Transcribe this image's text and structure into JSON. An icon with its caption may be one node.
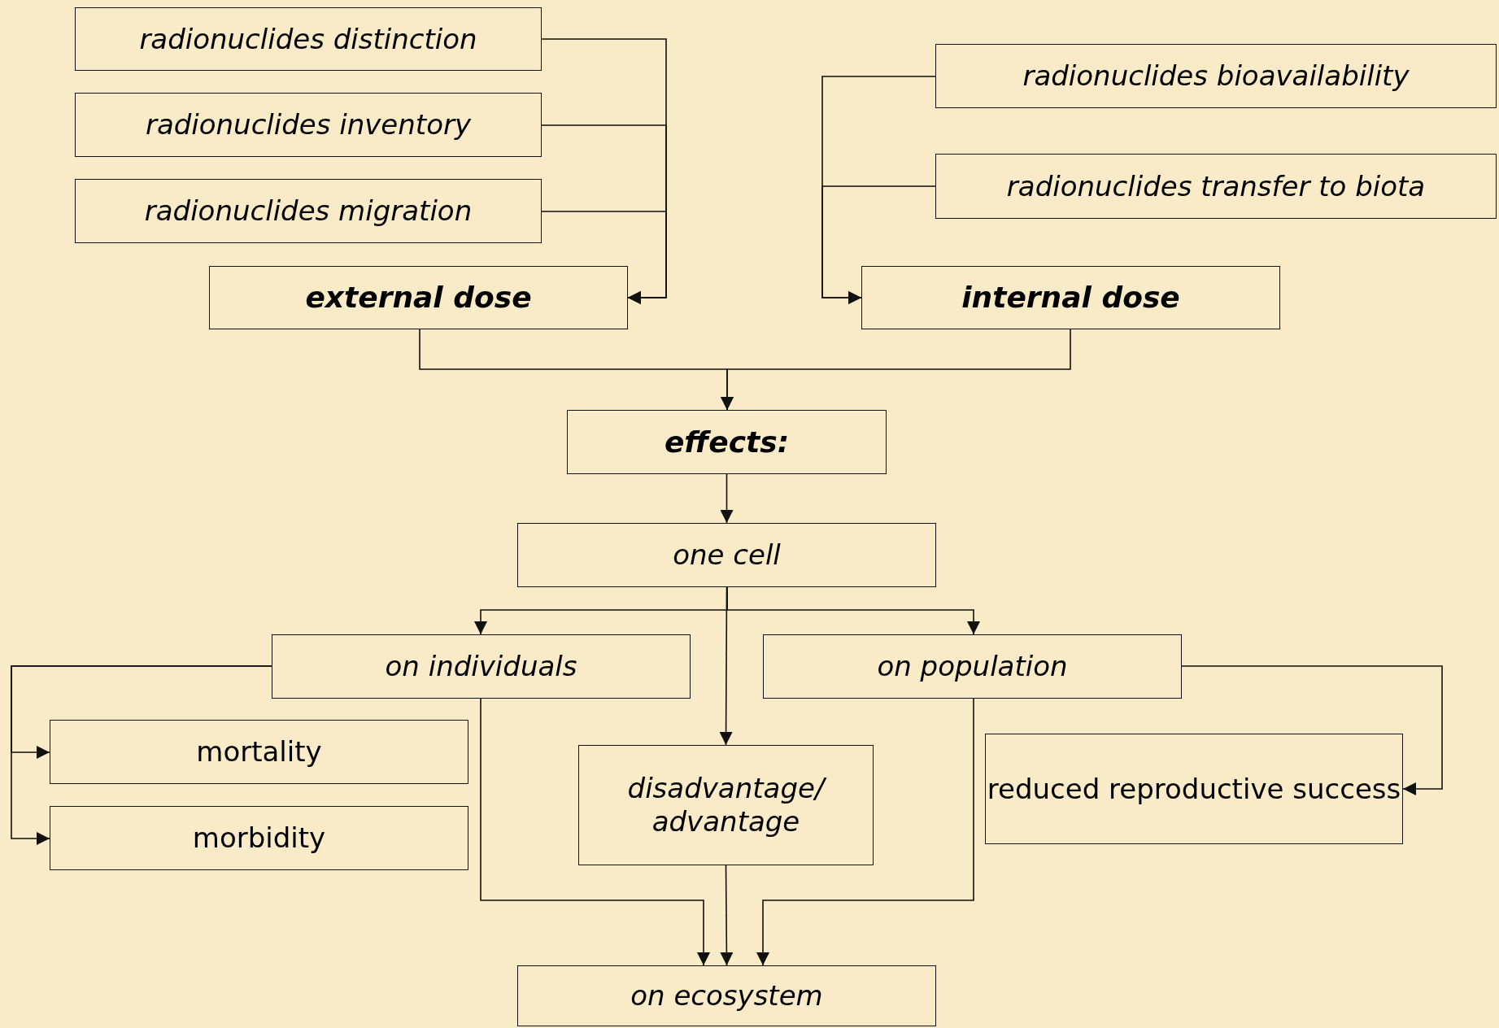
{
  "diagram": {
    "nodes": [
      {
        "text": [
          "radionuclides distinction"
        ]
      },
      {
        "text": [
          "radionuclides inventory"
        ]
      },
      {
        "text": [
          "radionuclides migration"
        ]
      },
      {
        "text": [
          "external dose"
        ]
      },
      {
        "text": [
          "radionuclides bioavailability"
        ]
      },
      {
        "text": [
          "radionuclides transfer to biota"
        ]
      },
      {
        "text": [
          "internal dose"
        ]
      },
      {
        "text": [
          "effects:"
        ]
      },
      {
        "text": [
          "one cell"
        ]
      },
      {
        "text": [
          "on individuals"
        ]
      },
      {
        "text": [
          "on population"
        ]
      },
      {
        "text": [
          "mortality"
        ]
      },
      {
        "text": [
          "morbidity"
        ]
      },
      {
        "text": [
          "disadvantage/ advantage"
        ]
      },
      {
        "text": [
          "reduced reproductive success"
        ]
      },
      {
        "text": [
          "on ecosystem"
        ]
      }
    ],
    "edges": [
      {
        "from": 0,
        "to": 3,
        "arrow": "to"
      },
      {
        "from": 1,
        "to": 3,
        "arrow": "to"
      },
      {
        "from": 2,
        "to": 3,
        "arrow": "to"
      },
      {
        "from": 4,
        "to": 6,
        "arrow": "to"
      },
      {
        "from": 5,
        "to": 6,
        "arrow": "to"
      },
      {
        "from": 3,
        "to": 7,
        "arrow": "to"
      },
      {
        "from": 6,
        "to": 7,
        "arrow": "to"
      },
      {
        "from": 7,
        "to": 8,
        "arrow": "to"
      },
      {
        "from": 8,
        "to": 9,
        "arrow": "to"
      },
      {
        "from": 8,
        "to": 10,
        "arrow": "to"
      },
      {
        "from": 8,
        "to": 13,
        "arrow": "to"
      },
      {
        "from": 9,
        "to": 11,
        "arrow": "to"
      },
      {
        "from": 9,
        "to": 12,
        "arrow": "to"
      },
      {
        "from": 10,
        "to": 14,
        "arrow": "to"
      },
      {
        "from": 9,
        "to": 15,
        "arrow": "to"
      },
      {
        "from": 13,
        "to": 15,
        "arrow": "to"
      },
      {
        "from": 10,
        "to": 15,
        "arrow": "to"
      }
    ]
  }
}
